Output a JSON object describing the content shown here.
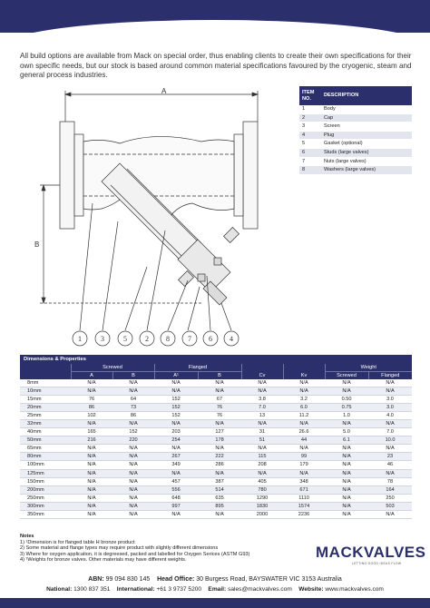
{
  "intro": "All build options are available from Mack on special order, thus enabling clients to create their own specifications for their own specific needs, but our stock is based around common material specifications favoured by the cryogenic, steam and general process industries.",
  "drawing": {
    "dim_a": "A",
    "dim_b": "B",
    "callouts": [
      "1",
      "3",
      "5",
      "2",
      "8",
      "7",
      "6",
      "4"
    ]
  },
  "item_table": {
    "headers": [
      "ITEM NO.",
      "DESCRIPTION"
    ],
    "rows": [
      [
        "1",
        "Body"
      ],
      [
        "2",
        "Cap"
      ],
      [
        "3",
        "Screen"
      ],
      [
        "4",
        "Plug"
      ],
      [
        "5",
        "Gasket (optional)"
      ],
      [
        "6",
        "Studs (large valves)"
      ],
      [
        "7",
        "Nuts (large valves)"
      ],
      [
        "8",
        "Washers (large valves)"
      ]
    ]
  },
  "dimensions": {
    "title": "Dimensions & Properties",
    "groups": [
      "Screwed",
      "Flanged",
      "Weight"
    ],
    "columns": [
      "A",
      "B",
      "A¹",
      "B",
      "Cv",
      "Kv",
      "Screwed",
      "Flanged"
    ],
    "rows": [
      [
        "8mm",
        "N/A",
        "N/A",
        "N/A",
        "N/A",
        "N/A",
        "N/A",
        "N/A",
        "N/A"
      ],
      [
        "10mm",
        "N/A",
        "N/A",
        "N/A",
        "N/A",
        "N/A",
        "N/A",
        "N/A",
        "N/A"
      ],
      [
        "15mm",
        "76",
        "64",
        "152",
        "67",
        "3.8",
        "3.2",
        "0.50",
        "3.0"
      ],
      [
        "20mm",
        "86",
        "73",
        "152",
        "76",
        "7.0",
        "6.0",
        "0.75",
        "3.0"
      ],
      [
        "25mm",
        "102",
        "86",
        "152",
        "76",
        "13",
        "11.2",
        "1.0",
        "4.0"
      ],
      [
        "32mm",
        "N/A",
        "N/A",
        "N/A",
        "N/A",
        "N/A",
        "N/A",
        "N/A",
        "N/A"
      ],
      [
        "40mm",
        "165",
        "152",
        "203",
        "127",
        "31",
        "26.6",
        "5.0",
        "7.0"
      ],
      [
        "50mm",
        "216",
        "220",
        "254",
        "178",
        "51",
        "44",
        "6.1",
        "10.0"
      ],
      [
        "65mm",
        "N/A",
        "N/A",
        "N/A",
        "N/A",
        "N/A",
        "N/A",
        "N/A",
        "N/A"
      ],
      [
        "80mm",
        "N/A",
        "N/A",
        "267",
        "222",
        "115",
        "99",
        "N/A",
        "23"
      ],
      [
        "100mm",
        "N/A",
        "N/A",
        "349",
        "286",
        "208",
        "179",
        "N/A",
        "46"
      ],
      [
        "125mm",
        "N/A",
        "N/A",
        "N/A",
        "N/A",
        "N/A",
        "N/A",
        "N/A",
        "N/A"
      ],
      [
        "150mm",
        "N/A",
        "N/A",
        "457",
        "387",
        "405",
        "348",
        "N/A",
        "78"
      ],
      [
        "200mm",
        "N/A",
        "N/A",
        "556",
        "514",
        "780",
        "671",
        "N/A",
        "164"
      ],
      [
        "250mm",
        "N/A",
        "N/A",
        "648",
        "635",
        "1290",
        "1110",
        "N/A",
        "250"
      ],
      [
        "300mm",
        "N/A",
        "N/A",
        "997",
        "895",
        "1830",
        "1574",
        "N/A",
        "503"
      ],
      [
        "350mm",
        "N/A",
        "N/A",
        "N/A",
        "N/A",
        "2000",
        "2236",
        "N/A",
        "N/A"
      ]
    ]
  },
  "notes": {
    "title": "Notes",
    "lines": [
      "1) ¹Dimension is for flanged table H bronze product",
      "2) Some material and flange types may require product with slightly different dimensions",
      "3) Where for oxygen application, it is degreesed, packed and labelled for Oxygen Serices (ASTM G93)",
      "4) ¹Weights for bronze valves. Other materials may have different weights."
    ]
  },
  "logo": {
    "name": "MACKVALVES",
    "tagline": "LETTING GOOD IDEAS FLOW"
  },
  "footer": {
    "abn_label": "ABN:",
    "abn": "99 094 830 145",
    "office_label": "Head Office:",
    "office": "30 Burgess Road, BAYSWATER  VIC  3153  Australia",
    "national_label": "National:",
    "national": "1300 837 351",
    "international_label": "International:",
    "international": "+61 3 9737 5200",
    "email_label": "Email:",
    "email": "sales@mackvalves.com",
    "website_label": "Website:",
    "website": "www.mackvalves.com"
  },
  "colors": {
    "brand": "#2b2f6b",
    "row_alt": "#eceef5"
  }
}
